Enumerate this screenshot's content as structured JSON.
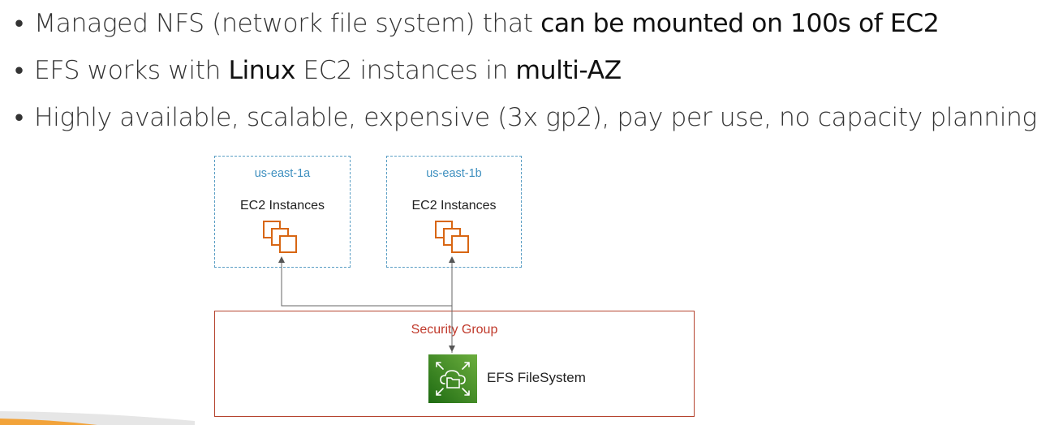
{
  "bullets": [
    {
      "parts": [
        "Managed NFS (network file system) that ",
        "can be mounted on 100s of EC2"
      ]
    },
    {
      "parts": [
        "EFS works with ",
        "Linux",
        " EC2 instances in ",
        "multi-AZ"
      ]
    },
    {
      "parts": [
        "Highly available, scalable, expensive (3x gp2), pay per use, no capacity planning"
      ]
    }
  ],
  "diagram": {
    "az_a": {
      "label": "us-east-1a",
      "instances_label": "EC2 Instances",
      "icon": "ec2-instances-icon"
    },
    "az_b": {
      "label": "us-east-1b",
      "instances_label": "EC2 Instances",
      "icon": "ec2-instances-icon"
    },
    "security_group": {
      "label": "Security Group"
    },
    "efs": {
      "label": "EFS FileSystem",
      "icon": "efs-icon"
    }
  },
  "colors": {
    "az_border": "#5a9ec4",
    "az_text": "#3d8fbf",
    "ec2_orange": "#d86613",
    "sg_border": "#b5442f",
    "sg_text": "#c0392b",
    "efs_green": "#3f8624"
  }
}
